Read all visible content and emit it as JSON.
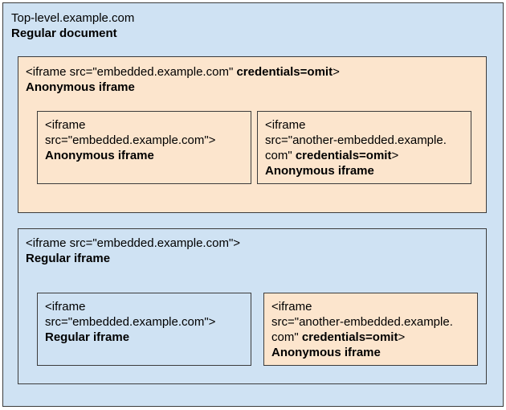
{
  "top": {
    "line1": "Top-level.example.com",
    "line2": "Regular document",
    "color": "#cfe2f3"
  },
  "anon_outer": {
    "line1_prefix": "<iframe src=\"embedded.example.com\" ",
    "line1_bold": "credentials=omit",
    "line1_suffix": ">",
    "line2": "Anonymous iframe",
    "color": "#fce5cd"
  },
  "anon_child_1": {
    "line1": "<iframe",
    "line2": "src=\"embedded.example.com\">",
    "line3": "Anonymous iframe"
  },
  "anon_child_2": {
    "line1": "<iframe",
    "line2": "src=\"another-embedded.example.",
    "line3_prefix": "com\" ",
    "line3_bold": "credentials=omit",
    "line3_suffix": ">",
    "line4": "Anonymous iframe"
  },
  "reg_outer": {
    "line1": "<iframe src=\"embedded.example.com\">",
    "line2": "Regular iframe"
  },
  "reg_child_1": {
    "line1": "<iframe",
    "line2": "src=\"embedded.example.com\">",
    "line3": "Regular iframe"
  },
  "reg_child_2": {
    "line1": "<iframe",
    "line2": "src=\"another-embedded.example.",
    "line3_prefix": "com\" ",
    "line3_bold": "credentials=omit",
    "line3_suffix": ">",
    "line4": "Anonymous iframe"
  }
}
